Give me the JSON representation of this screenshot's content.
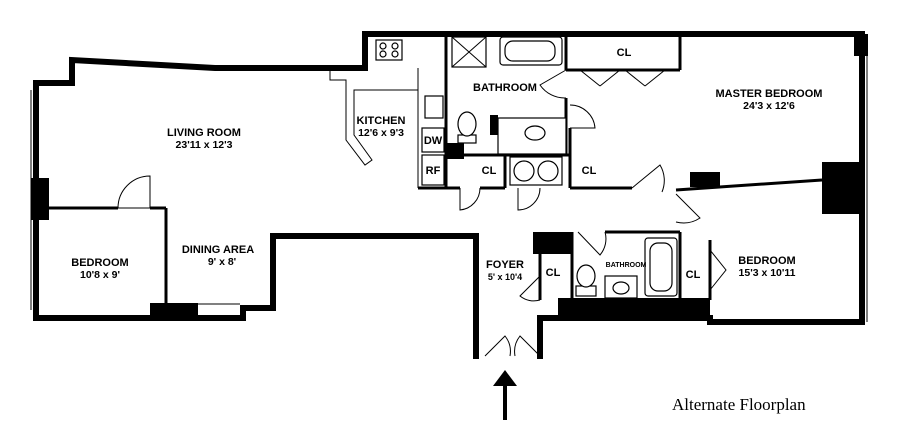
{
  "rooms": {
    "living_room": {
      "name": "LIVING ROOM",
      "dims": "23'11 x 12'3"
    },
    "kitchen": {
      "name": "KITCHEN",
      "dims": "12'6 x 9'3"
    },
    "bathroom_main": {
      "name": "BATHROOM"
    },
    "master_bedroom": {
      "name": "MASTER BEDROOM",
      "dims": "24'3 x 12'6"
    },
    "bedroom_left": {
      "name": "BEDROOM",
      "dims": "10'8 x 9'"
    },
    "dining_area": {
      "name": "DINING AREA",
      "dims": "9' x 8'"
    },
    "foyer": {
      "name": "FOYER",
      "dims": "5' x 10'4"
    },
    "bathroom_small": {
      "name": "BATHROOM"
    },
    "bedroom_right": {
      "name": "BEDROOM",
      "dims": "15'3 x 10'11"
    }
  },
  "closets": {
    "label": "CL"
  },
  "appliances": {
    "dishwasher": "DW",
    "refrigerator": "RF"
  },
  "caption": "Alternate Floorplan"
}
